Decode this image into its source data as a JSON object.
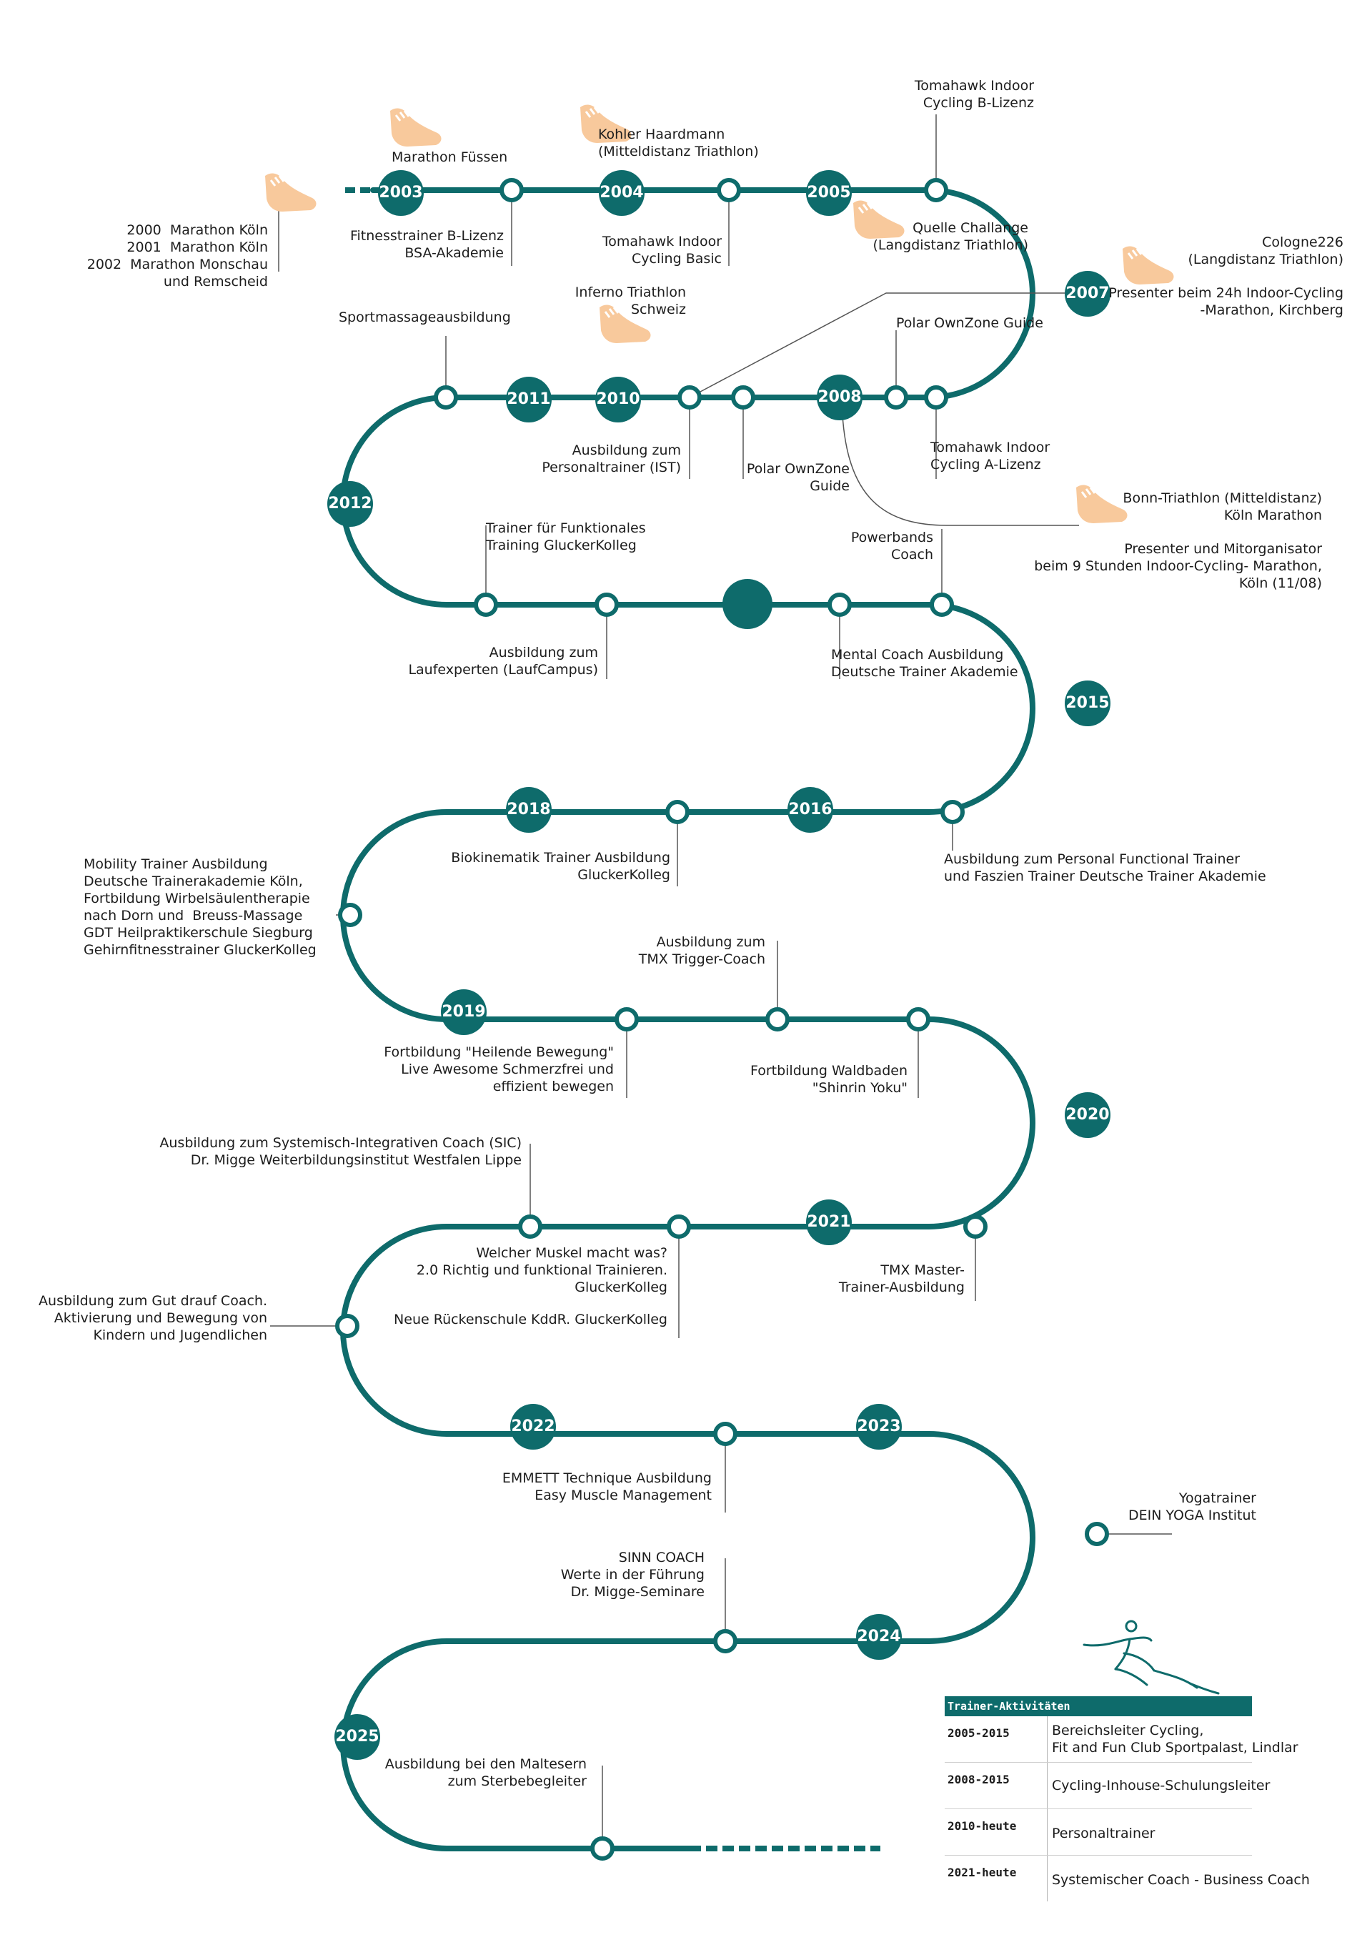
{
  "colors": {
    "path": "#0e6b6b",
    "shoe": "#f8c99c",
    "text": "#1d1d1d",
    "leader": "#555555"
  },
  "years": {
    "y2003": "2003",
    "y2004": "2004",
    "y2005": "2005",
    "y2007": "2007",
    "y2008": "2008",
    "y2010": "2010",
    "y2011": "2011",
    "y2012": "2012",
    "y2015": "2015",
    "y2016": "2016",
    "y2018": "2018",
    "y2019": "2019",
    "y2020": "2020",
    "y2021": "2021",
    "y2022": "2022",
    "y2023": "2023",
    "y2024": "2024",
    "y2025": "2025"
  },
  "labels": {
    "marathon_koeln": "2000  Marathon Köln\n2001  Marathon Köln\n2002  Marathon Monschau\nund Remscheid",
    "marathon_fuessen": "Marathon Füssen",
    "fitnesstrainer": "Fitnesstrainer B-Lizenz\nBSA-Akademie",
    "kohler": "Kohler Haardmann\n(Mitteldistanz Triathlon)",
    "tomahawk_basic": "Tomahawk Indoor\nCycling Basic",
    "tomahawk_b": "Tomahawk Indoor\nCycling B-Lizenz",
    "quelle": "Quelle Challange\n(Langdistanz Triathlon)",
    "cologne": "Cologne226\n(Langdistanz Triathlon)",
    "presenter24": "Presenter beim 24h Indoor-Cycling\n-Marathon, Kirchberg",
    "sportmassage": "Sportmassageausbildung",
    "inferno": "Inferno Triathlon\nSchweiz",
    "polar_top": "Polar OwnZone Guide",
    "personaltrainer": "Ausbildung zum\nPersonaltrainer (IST)",
    "polar_bottom": "Polar OwnZone\nGuide",
    "tomahawk_a": "Tomahawk Indoor\nCycling A-Lizenz",
    "bonn": "Bonn-Triathlon (Mitteldistanz)\nKöln Marathon",
    "presenter9": "Presenter und Mitorganisator\nbeim 9 Stunden Indoor-Cycling- Marathon,\nKöln (11/08)",
    "powerbands": "Powerbands\nCoach",
    "funktionales": "Trainer für Funktionales\nTraining GluckerKolleg",
    "laufexperten": "Ausbildung zum\nLaufexperten (LaufCampus)",
    "mental": "Mental Coach Ausbildung\nDeutsche Trainer Akademie",
    "functional_trainer": "Ausbildung zum Personal Functional Trainer\nund Faszien Trainer Deutsche Trainer Akademie",
    "biokinematik": "Biokinematik Trainer Ausbildung\nGluckerKolleg",
    "mobility": "Mobility Trainer Ausbildung\nDeutsche Trainerakademie Köln,\nFortbildung Wirbelsäulentherapie\nnach Dorn und  Breuss-Massage\nGDT Heilpraktikerschule Siegburg\nGehirnfitnesstrainer GluckerKolleg",
    "tmx_trigger": "Ausbildung zum\nTMX Trigger-Coach",
    "heilende": "Fortbildung \"Heilende Bewegung\"\nLive Awesome Schmerzfrei und\neffizient bewegen",
    "waldbaden": "Fortbildung Waldbaden\n\"Shinrin Yoku\"",
    "sic": "Ausbildung zum Systemisch-Integrativen Coach (SIC)\nDr. Migge Weiterbildungsinstitut Westfalen Lippe",
    "muskel": "Welcher Muskel macht was?\n2.0 Richtig und funktional Trainieren.\nGluckerKolleg",
    "rueckenschule": "Neue Rückenschule KddR. GluckerKolleg",
    "tmx_master": "TMX Master-\nTrainer-Ausbildung",
    "gut_drauf": "Ausbildung zum Gut drauf Coach.\nAktivierung und Bewegung von\nKindern und Jugendlichen",
    "emmett": "EMMETT Technique Ausbildung\nEasy Muscle Management",
    "yoga": "Yogatrainer\nDEIN YOGA Institut",
    "sinn": "SINN COACH\nWerte in der Führung\nDr. Migge-Seminare",
    "malteser": "Ausbildung bei den Maltesern\nzum Sterbebegleiter"
  },
  "activities": {
    "title": "Trainer-Aktivitäten",
    "rows": [
      {
        "period": "2005-2015",
        "desc": "Bereichsleiter Cycling,\nFit and Fun Club Sportpalast, Lindlar"
      },
      {
        "period": "2008-2015",
        "desc": "Cycling-Inhouse-Schulungsleiter"
      },
      {
        "period": "2010-heute",
        "desc": "Personaltrainer"
      },
      {
        "period": "2021-heute",
        "desc": "Systemischer Coach - Business Coach"
      }
    ]
  }
}
